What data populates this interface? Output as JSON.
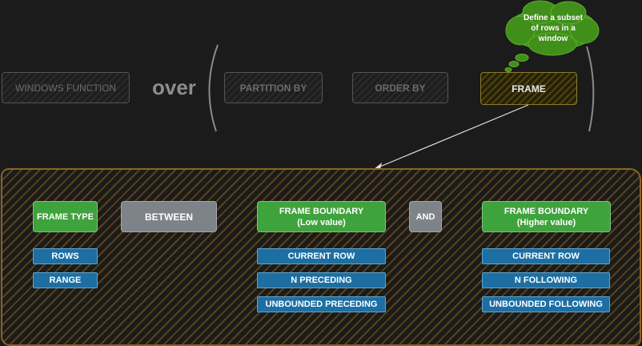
{
  "top": {
    "windows_function": "WINDOWS FUNCTION",
    "over": "over",
    "partition_by": "PARTITION BY",
    "order_by": "ORDER BY",
    "frame": "FRAME"
  },
  "thought_bubble": "Define a subset of rows in a window",
  "frame_type": {
    "title": "FRAME TYPE",
    "items": [
      "ROWS",
      "RANGE"
    ]
  },
  "between": "BETWEEN",
  "low_boundary": {
    "title_line1": "FRAME BOUNDARY",
    "title_line2": "(Low value)",
    "items": [
      "CURRENT ROW",
      "N PRECEDING",
      "UNBOUNDED PRECEDING"
    ]
  },
  "and": "AND",
  "high_boundary": {
    "title_line1": "FRAME BOUNDARY",
    "title_line2": "(Higher value)",
    "items": [
      "CURRENT ROW",
      "N FOLLOWING",
      "UNBOUNDED FOLLOWING"
    ]
  },
  "colors": {
    "green": "#3fa33d",
    "blue": "#1d6fa3",
    "gray": "#7e8289",
    "frame_outline": "#8c7a2a",
    "area_border": "#8a6424"
  }
}
